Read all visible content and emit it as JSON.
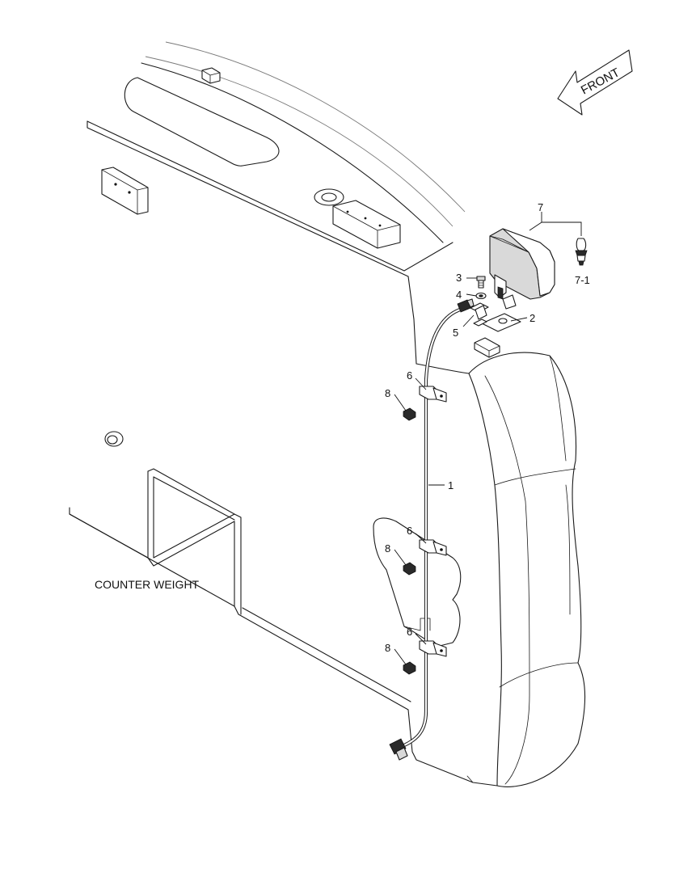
{
  "labels": {
    "counter_weight": "COUNTER WEIGHT",
    "front": "FRONT"
  },
  "callouts": {
    "p1": "1",
    "p2": "2",
    "p3": "3",
    "p4": "4",
    "p5": "5",
    "p6_a": "6",
    "p6_b": "6",
    "p6_c": "6",
    "p7": "7",
    "p7_1": "7-1",
    "p8_a": "8",
    "p8_b": "8",
    "p8_c": "8"
  }
}
